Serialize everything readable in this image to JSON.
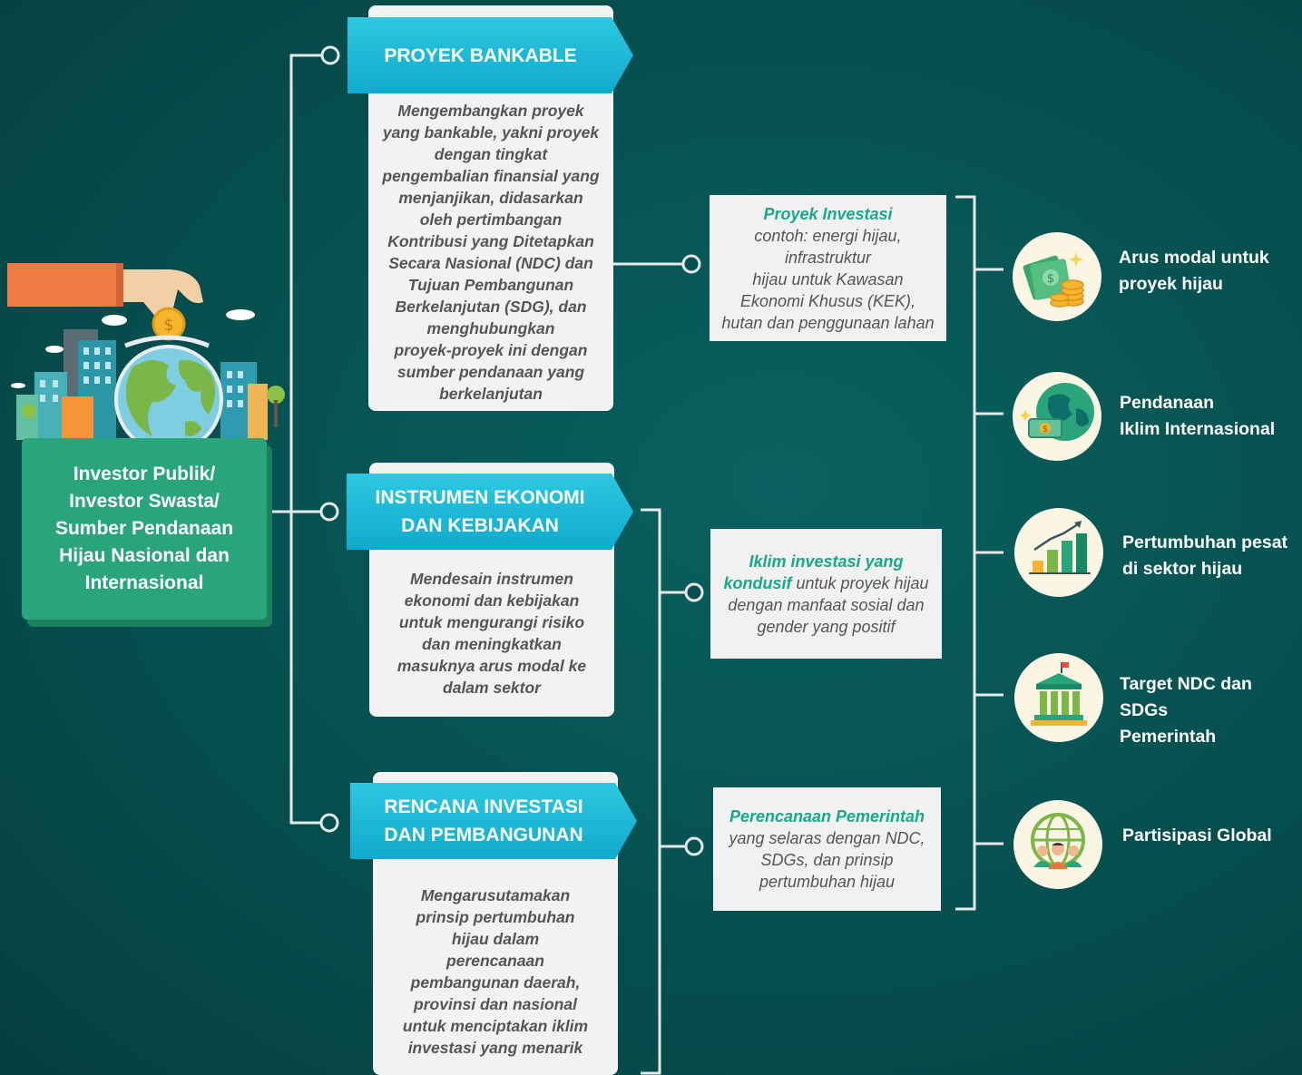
{
  "source": {
    "label": "Investor Publik/\nInvestor Swasta/\nSumber Pendanaan\nHijau Nasional dan\nInternasional"
  },
  "strategies": [
    {
      "title": "PROYEK BANKABLE",
      "description": "Mengembangkan proyek\nyang bankable, yakni proyek\ndengan tingkat\npengembalian finansial yang\nmenjanjikan, didasarkan\noleh pertimbangan\nKontribusi yang Ditetapkan\nSecara Nasional (NDC) dan\nTujuan Pembangunan\nBerkelanjutan (SDG), dan\nmenghubungkan\nproyek-proyek ini dengan\nsumber pendanaan yang\nberkelanjutan"
    },
    {
      "title": "INSTRUMEN EKONOMI\nDAN KEBIJAKAN",
      "description": "Mendesain instrumen\nekonomi dan kebijakan\nuntuk mengurangi risiko\ndan meningkatkan\nmasuknya arus modal ke\ndalam sektor"
    },
    {
      "title": "RENCANA INVESTASI\nDAN PEMBANGUNAN",
      "description": "Mengarusutamakan\nprinsip pertumbuhan\nhijau dalam\nperencanaan\npembangunan daerah,\nprovinsi dan nasional\nuntuk menciptakan iklim\ninvestasi yang menarik"
    }
  ],
  "enablers": [
    {
      "highlight": "Proyek Investasi",
      "text": "contoh: energi hijau,\ninfrastruktur\nhijau untuk Kawasan\nEkonomi Khusus (KEK),\nhutan dan penggunaan lahan"
    },
    {
      "highlight": "Iklim investasi yang\nkondusif",
      "text": " untuk proyek hijau\ndengan manfaat sosial dan\ngender yang positif"
    },
    {
      "highlight": "Perencanaan Pemerintah",
      "text": "yang selaras dengan NDC,\nSDGs, dan prinsip\npertumbuhan hijau"
    }
  ],
  "outcomes": [
    {
      "icon": "money-coins-icon",
      "label": "Arus modal untuk\nproyek hijau"
    },
    {
      "icon": "globe-money-icon",
      "label": "Pendanaan\nIklim Internasional"
    },
    {
      "icon": "growth-chart-icon",
      "label": "Pertumbuhan pesat\ndi sektor hijau"
    },
    {
      "icon": "government-building-icon",
      "label": "Target NDC dan SDGs\nPemerintah"
    },
    {
      "icon": "global-people-icon",
      "label": "Partisipasi Global"
    }
  ],
  "colors": {
    "background": "#064f4f",
    "banner": "#1ab8d8",
    "source_box": "#2aa47a",
    "highlight": "#19a88a",
    "connector": "#e8e8e8"
  }
}
